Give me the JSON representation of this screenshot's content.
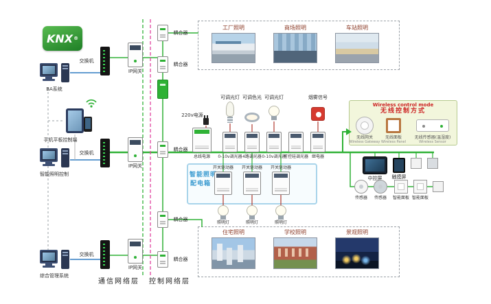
{
  "logo": {
    "text": "KNX",
    "reg": "®"
  },
  "left": {
    "computers": [
      {
        "label": "BA系统"
      },
      {
        "label": "手机平板控制端"
      },
      {
        "label": "智能照明控制"
      },
      {
        "label": "综合管理系统"
      }
    ]
  },
  "network": {
    "switch": "交换机",
    "gateway": "IP网关",
    "coupler": "耦合器"
  },
  "layers": {
    "communication": "通信网络层",
    "control": "控制网络层"
  },
  "scenes_top": [
    {
      "label": "工厂照明"
    },
    {
      "label": "商场照明"
    },
    {
      "label": "车站照明"
    }
  ],
  "scenes_bottom": [
    {
      "label": "住宅照明"
    },
    {
      "label": "学校照明"
    },
    {
      "label": "景观照明"
    }
  ],
  "panel": {
    "power": "220v电源",
    "loads": [
      {
        "label": "可调光灯"
      },
      {
        "label": "可调色光"
      },
      {
        "label": "可调光灯"
      },
      {
        "label": "烟雾信号"
      }
    ],
    "devices": [
      {
        "label": "总线电源"
      },
      {
        "label": "0-10v调光器"
      },
      {
        "label": "4路调光器"
      },
      {
        "label": "0-10v调光器"
      },
      {
        "label": "可控硅调光器"
      },
      {
        "label": "继电器"
      }
    ],
    "box_title_line1": "智能照明",
    "box_title_line2": "配电箱",
    "actuator": "开关驱动器",
    "lamp": "照明灯"
  },
  "wireless": {
    "title_en": "Wireless control mode",
    "title_zh": "无线控制方式",
    "items": [
      {
        "zh": "无线网关",
        "en": "Wireless Gateway"
      },
      {
        "zh": "无线面板",
        "en": "Wireless Panel"
      },
      {
        "zh": "无线传感器(温湿度)",
        "en": "Wireless Sensor"
      }
    ]
  },
  "right_devices": {
    "row1": [
      {
        "label": "中控屏"
      },
      {
        "label": "触摸屏"
      }
    ],
    "row2": [
      {
        "label": "传感器"
      },
      {
        "label": "传感器"
      },
      {
        "label": "智能面板"
      },
      {
        "label": "智能面板"
      }
    ]
  },
  "colors": {
    "bus_green": "#2eb135",
    "line_blue": "#2f7bc0",
    "separator_pink": "#e0429e",
    "alarm_red": "#d63a2f",
    "title_red": "#cc2222",
    "box_blue": "#a8d4ea"
  }
}
